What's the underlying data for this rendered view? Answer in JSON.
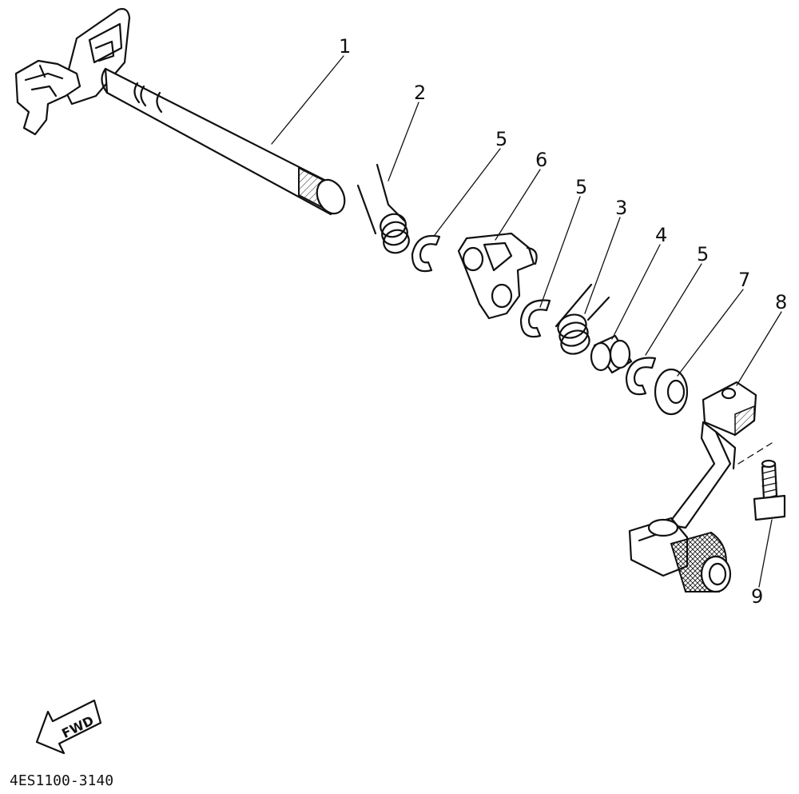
{
  "callouts": [
    {
      "id": "1",
      "label": "1"
    },
    {
      "id": "2",
      "label": "2"
    },
    {
      "id": "5a",
      "label": "5"
    },
    {
      "id": "6",
      "label": "6"
    },
    {
      "id": "5b",
      "label": "5"
    },
    {
      "id": "3",
      "label": "3"
    },
    {
      "id": "4",
      "label": "4"
    },
    {
      "id": "5c",
      "label": "5"
    },
    {
      "id": "7",
      "label": "7"
    },
    {
      "id": "8",
      "label": "8"
    },
    {
      "id": "9",
      "label": "9"
    }
  ],
  "direction_label": "FWD",
  "diagram_code": "4ES1100-3140"
}
